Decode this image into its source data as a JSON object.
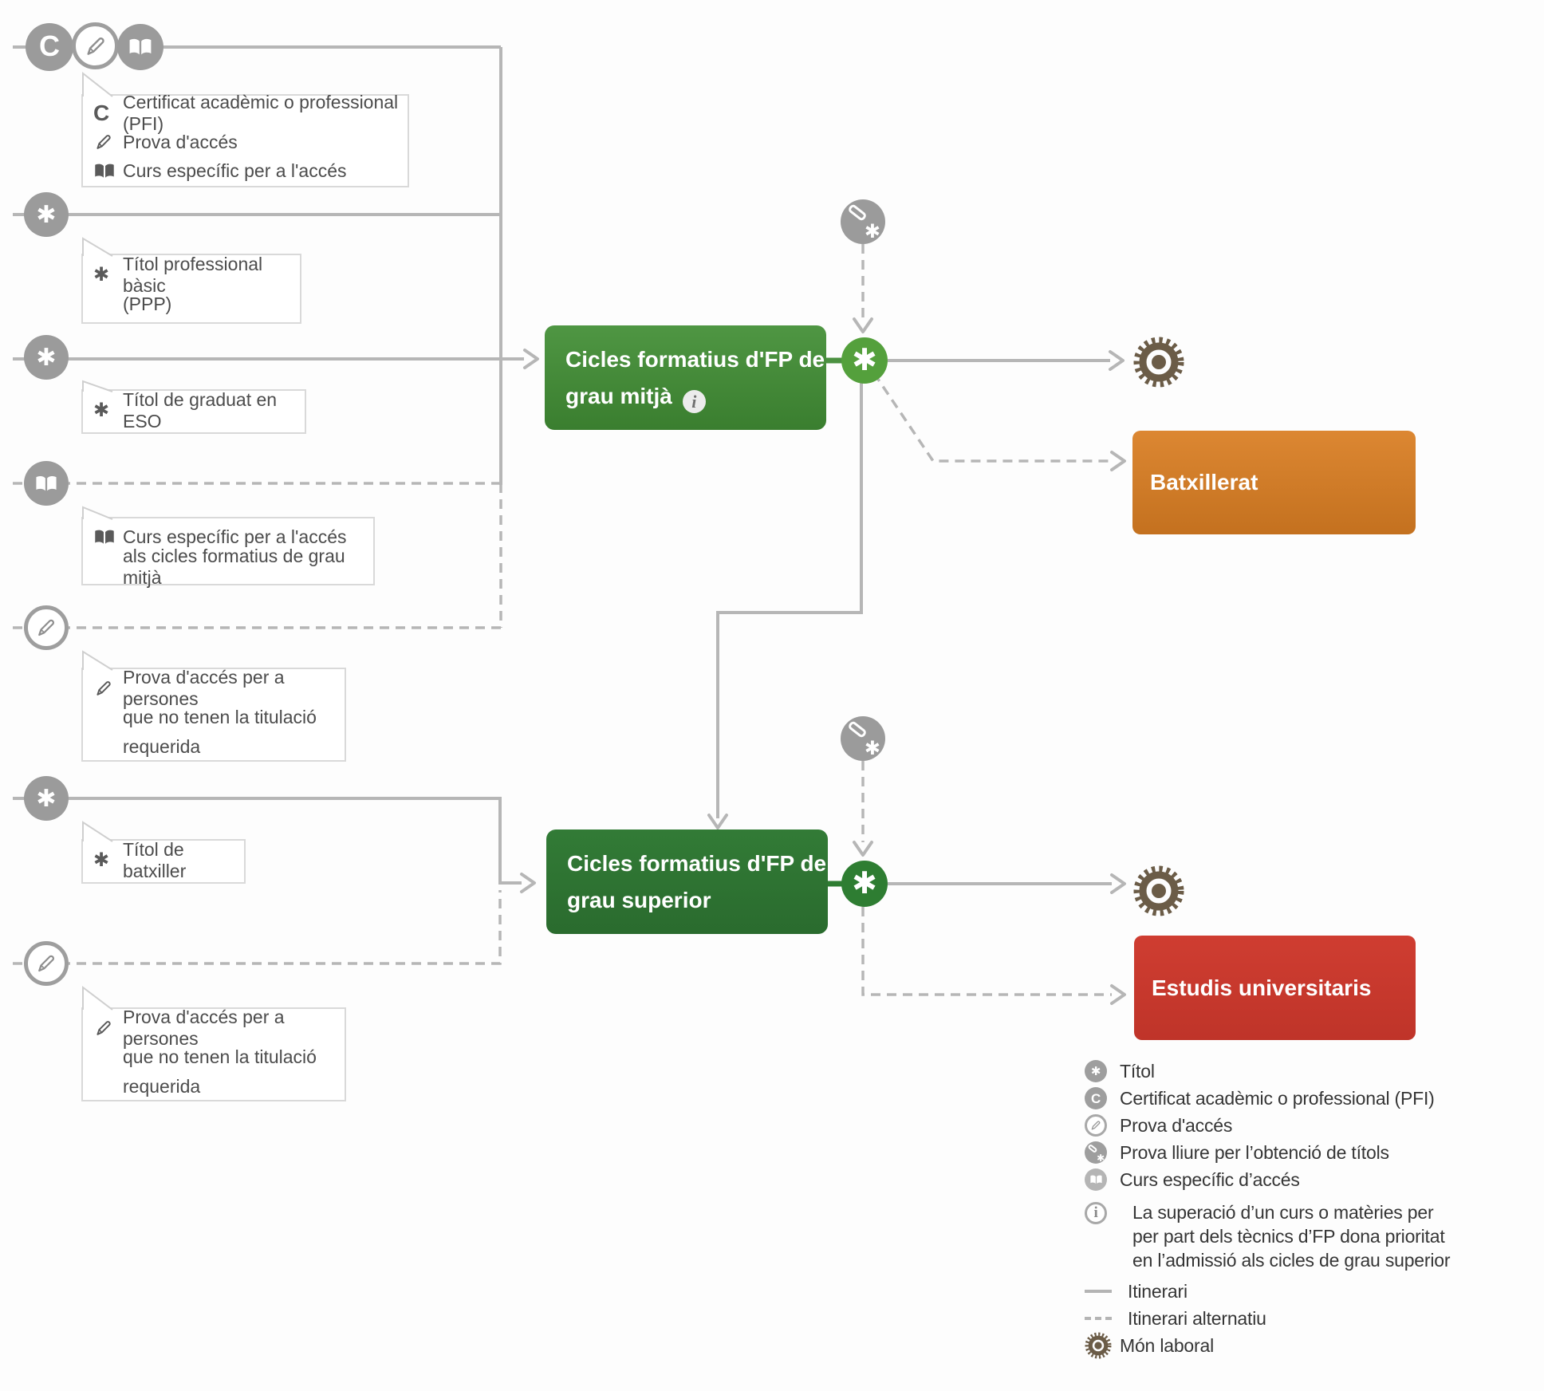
{
  "icons": {
    "titol_glyph": "✱",
    "certificate_glyph": "C",
    "info_glyph": "i"
  },
  "colors": {
    "green_mitja": "#4f9643",
    "green_superior": "#2e7d32",
    "orange_batxillerat": "#d9822e",
    "red_universitat": "#cb3a2e",
    "gray_icon": "#9b9b9b",
    "gray_line": "#b6b6b6",
    "gear_brown": "#6b5c47"
  },
  "tooltips": {
    "combined": {
      "rows": [
        {
          "icon": "certificate-icon",
          "label": "Certificat acadèmic o professional (PFI)"
        },
        {
          "icon": "pencil-icon",
          "label": "Prova d'accés"
        },
        {
          "icon": "book-icon",
          "label": "Curs específic per a l'accés"
        }
      ]
    },
    "ppb": {
      "lines": [
        "Títol professional bàsic",
        "(PPP)"
      ]
    },
    "eso": {
      "lines": [
        "Títol de graduat en ESO"
      ]
    },
    "curs_especific": {
      "lines": [
        "Curs específic per a l'accés",
        "als cicles formatius de grau mitjà"
      ]
    },
    "prova_acces_gm": {
      "lines": [
        "Prova d'accés per a persones",
        "que no tenen la titulació",
        "requerida"
      ]
    },
    "batxiller": {
      "lines": [
        "Títol de batxiller"
      ]
    },
    "prova_acces_gs": {
      "lines": [
        "Prova d'accés per a persones",
        "que no tenen la titulació",
        "requerida"
      ]
    }
  },
  "boxes": {
    "gm": {
      "title_line1": "Cicles formatius d'FP de",
      "title_line2": "grau mitjà"
    },
    "gs": {
      "title_line1": "Cicles formatius d'FP de",
      "title_line2": "grau superior"
    },
    "batxillerat": {
      "label": "Batxillerat"
    },
    "universitat": {
      "label": "Estudis universitaris"
    }
  },
  "legend": {
    "items": [
      {
        "icon": "titol-icon",
        "label": "Títol"
      },
      {
        "icon": "certificate-icon",
        "label": "Certificat acadèmic o professional (PFI)"
      },
      {
        "icon": "pencil-icon",
        "label": "Prova d'accés"
      },
      {
        "icon": "prova-lliure-icon",
        "label": "Prova lliure per l’obtenció de títols"
      },
      {
        "icon": "book-icon",
        "label": "Curs específic d’accés"
      }
    ],
    "note_lines": [
      "La superació d’un curs o matèries per",
      "per part dels tècnics d’FP dona prioritat",
      "en l’admissió als cicles de grau superior"
    ],
    "itinerari": "Itinerari",
    "itinerari_alternatiu": "Itinerari alternatiu",
    "mon_laboral": "Món laboral"
  }
}
